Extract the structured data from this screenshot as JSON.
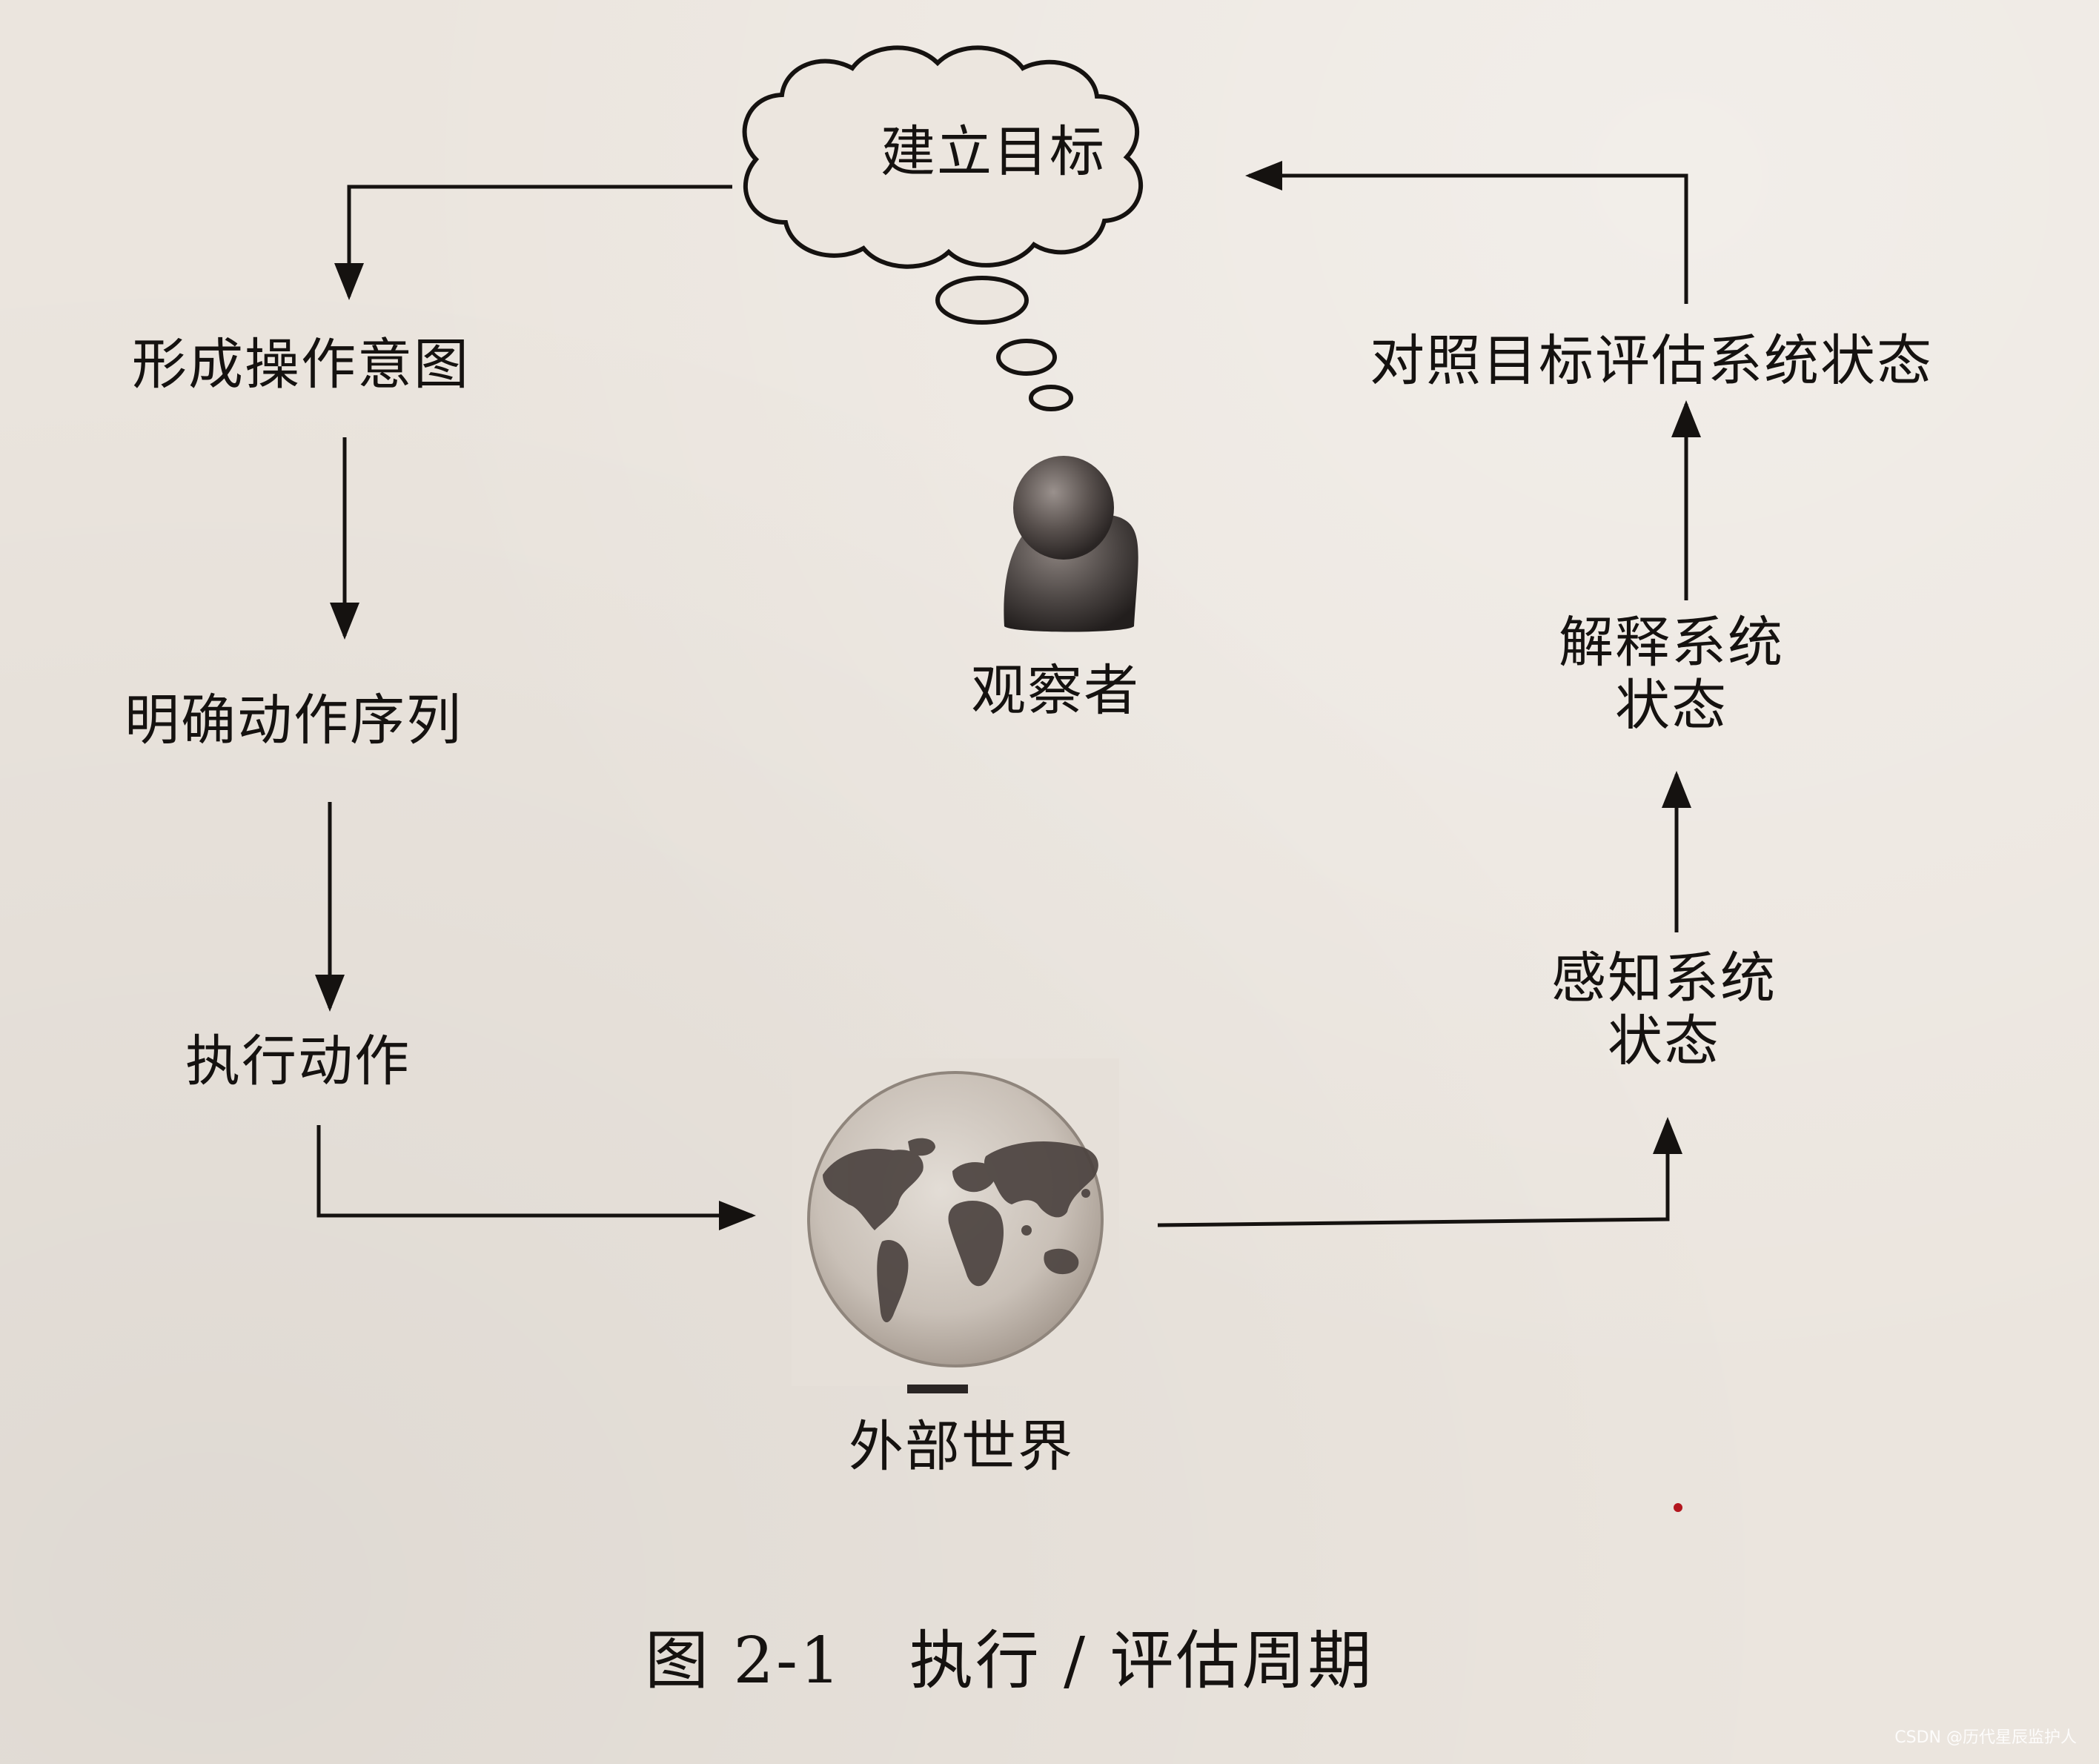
{
  "nodes": {
    "set_goal": "建立目标",
    "form_intention": "形成操作意图",
    "specify_actions": "明确动作序列",
    "execute_action": "执行动作",
    "observer": "观察者",
    "world": "外部世界",
    "perceive_state": [
      "感知系统",
      "状态"
    ],
    "interpret_state": [
      "解释系统",
      "状态"
    ],
    "evaluate_state": "对照目标评估系统状态"
  },
  "caption": {
    "figure_number": "图 2-1",
    "title": "执行 / 评估周期"
  },
  "watermark": "CSDN @历代星辰监护人",
  "icons": {
    "goal": "thought-cloud-icon",
    "observer": "person-icon",
    "world": "globe-icon"
  },
  "colors": {
    "paper": "#ebe5de",
    "ink": "#151210",
    "person": "#4a4442",
    "globe": "#cfc7bf",
    "continents": "#4c4340"
  }
}
